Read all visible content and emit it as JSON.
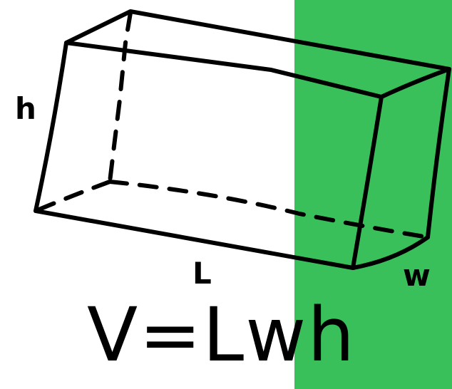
{
  "colors": {
    "background": "#ffffff",
    "panel": "#3ac05a",
    "ink": "#000000"
  },
  "labels": {
    "height": "h",
    "length": "L",
    "width": "w"
  },
  "formula": "V=Lwh"
}
